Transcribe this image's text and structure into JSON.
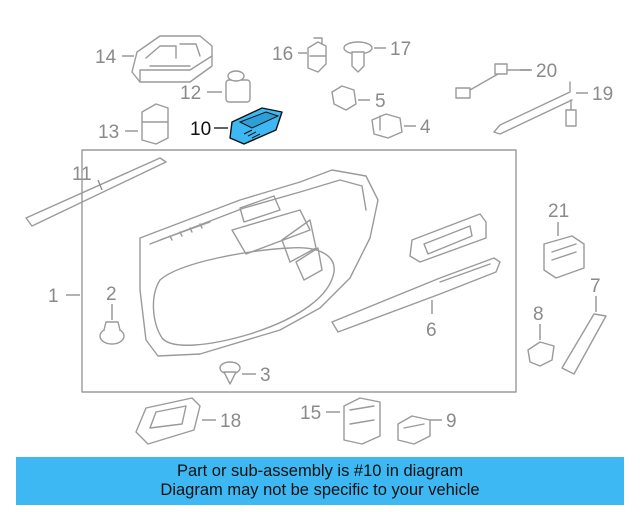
{
  "diagram": {
    "callouts": [
      {
        "id": "c1",
        "label": "1"
      },
      {
        "id": "c2",
        "label": "2"
      },
      {
        "id": "c3",
        "label": "3"
      },
      {
        "id": "c4",
        "label": "4"
      },
      {
        "id": "c5",
        "label": "5"
      },
      {
        "id": "c6",
        "label": "6"
      },
      {
        "id": "c7",
        "label": "7"
      },
      {
        "id": "c8",
        "label": "8"
      },
      {
        "id": "c9",
        "label": "9"
      },
      {
        "id": "c10",
        "label": "10",
        "highlighted": true
      },
      {
        "id": "c11",
        "label": "11"
      },
      {
        "id": "c12",
        "label": "12"
      },
      {
        "id": "c13",
        "label": "13"
      },
      {
        "id": "c14",
        "label": "14"
      },
      {
        "id": "c15",
        "label": "15"
      },
      {
        "id": "c16",
        "label": "16"
      },
      {
        "id": "c17",
        "label": "17"
      },
      {
        "id": "c18",
        "label": "18"
      },
      {
        "id": "c19",
        "label": "19"
      },
      {
        "id": "c20",
        "label": "20"
      },
      {
        "id": "c21",
        "label": "21"
      }
    ],
    "highlight_color": "#3db8f2",
    "line_color": "#9a9a9a"
  },
  "banner": {
    "line1": "Part or sub-assembly is #10 in diagram",
    "line2": "Diagram may not be specific to your vehicle",
    "color": "#3db8f2"
  }
}
